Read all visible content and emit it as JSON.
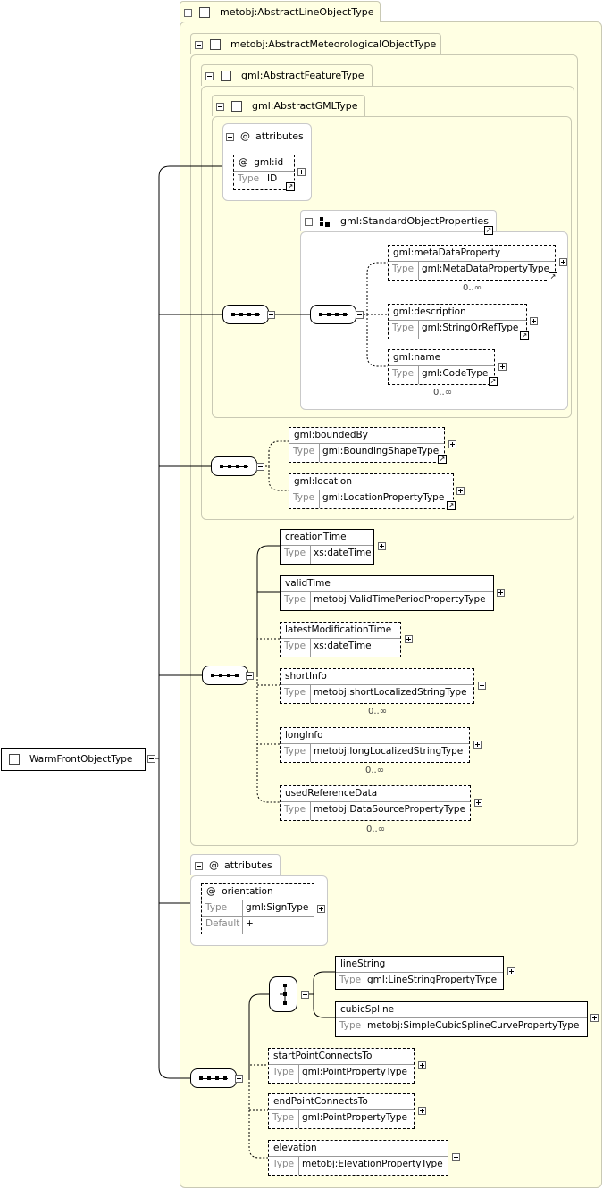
{
  "root": {
    "name": "WarmFrontObjectType"
  },
  "types": {
    "line_object": "metobj:AbstractLineObjectType",
    "meteo_object": "metobj:AbstractMeteorologicalObjectType",
    "feature": "gml:AbstractFeatureType",
    "gml": "gml:AbstractGMLType",
    "standard_props": "gml:StandardObjectProperties"
  },
  "labels": {
    "type": "Type",
    "default": "Default",
    "attributes": "attributes",
    "at": "@"
  },
  "gml_attributes": [
    {
      "name": "gml:id",
      "type": "ID"
    }
  ],
  "standard_props": [
    {
      "name": "gml:metaDataProperty",
      "type": "gml:MetaDataPropertyType",
      "card": "0..∞"
    },
    {
      "name": "gml:description",
      "type": "gml:StringOrRefType",
      "card": ""
    },
    {
      "name": "gml:name",
      "type": "gml:CodeType",
      "card": "0..∞"
    }
  ],
  "feature_elements": [
    {
      "name": "gml:boundedBy",
      "type": "gml:BoundingShapeType"
    },
    {
      "name": "gml:location",
      "type": "gml:LocationPropertyType"
    }
  ],
  "meteo_elements": [
    {
      "name": "creationTime",
      "type": "xs:dateTime",
      "card": ""
    },
    {
      "name": "validTime",
      "type": "metobj:ValidTimePeriodPropertyType",
      "card": ""
    },
    {
      "name": "latestModificationTime",
      "type": "xs:dateTime",
      "card": ""
    },
    {
      "name": "shortInfo",
      "type": "metobj:shortLocalizedStringType",
      "card": "0..∞"
    },
    {
      "name": "longInfo",
      "type": "metobj:longLocalizedStringType",
      "card": "0..∞"
    },
    {
      "name": "usedReferenceData",
      "type": "metobj:DataSourcePropertyType",
      "card": "0..∞"
    }
  ],
  "line_attributes": [
    {
      "name": "orientation",
      "type": "gml:SignType",
      "default": "+"
    }
  ],
  "choice_elements": [
    {
      "name": "lineString",
      "type": "gml:LineStringPropertyType"
    },
    {
      "name": "cubicSpline",
      "type": "metobj:SimpleCubicSplineCurvePropertyType"
    }
  ],
  "line_elements": [
    {
      "name": "startPointConnectsTo",
      "type": "gml:PointPropertyType"
    },
    {
      "name": "endPointConnectsTo",
      "type": "gml:PointPropertyType"
    },
    {
      "name": "elevation",
      "type": "metobj:ElevationPropertyType"
    }
  ],
  "colors": {
    "panel": "#ffffe3",
    "panel_border": "#c9c9b4"
  }
}
